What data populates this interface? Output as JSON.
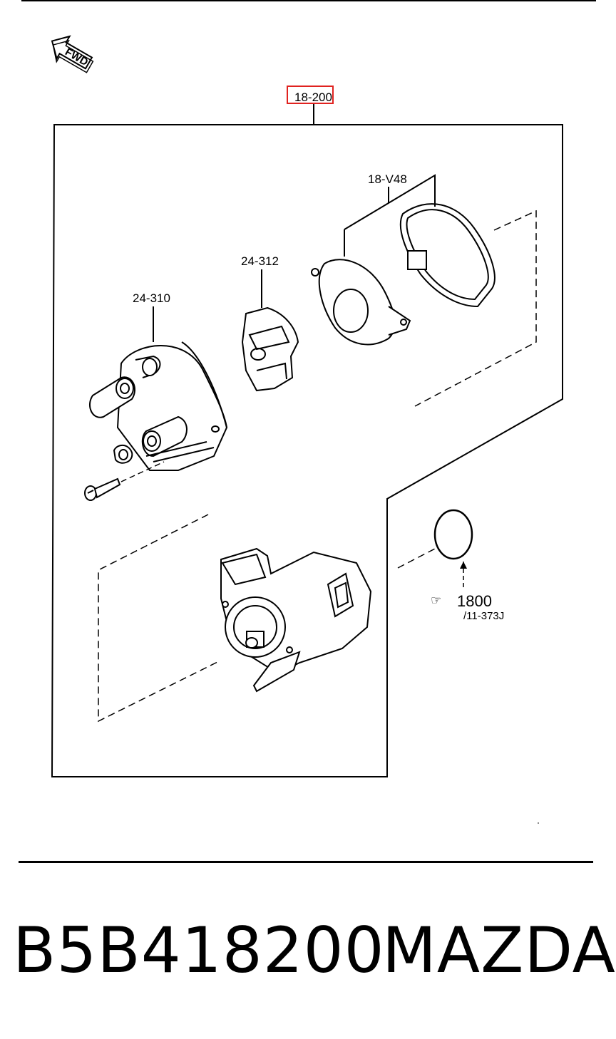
{
  "diagram": {
    "fwd_label": "FWD",
    "assembly_ref": "18-200",
    "parts": {
      "cap": "24-310",
      "rotor": "24-312",
      "seal_kit": "18-V48",
      "oring_qty_prefix": "☞",
      "oring_ref": "1800",
      "oring_sub": "/11-373J"
    },
    "highlight_color": "#e0221f"
  },
  "footer": {
    "part_number": "B5B418200",
    "brand": "MAZDA"
  }
}
